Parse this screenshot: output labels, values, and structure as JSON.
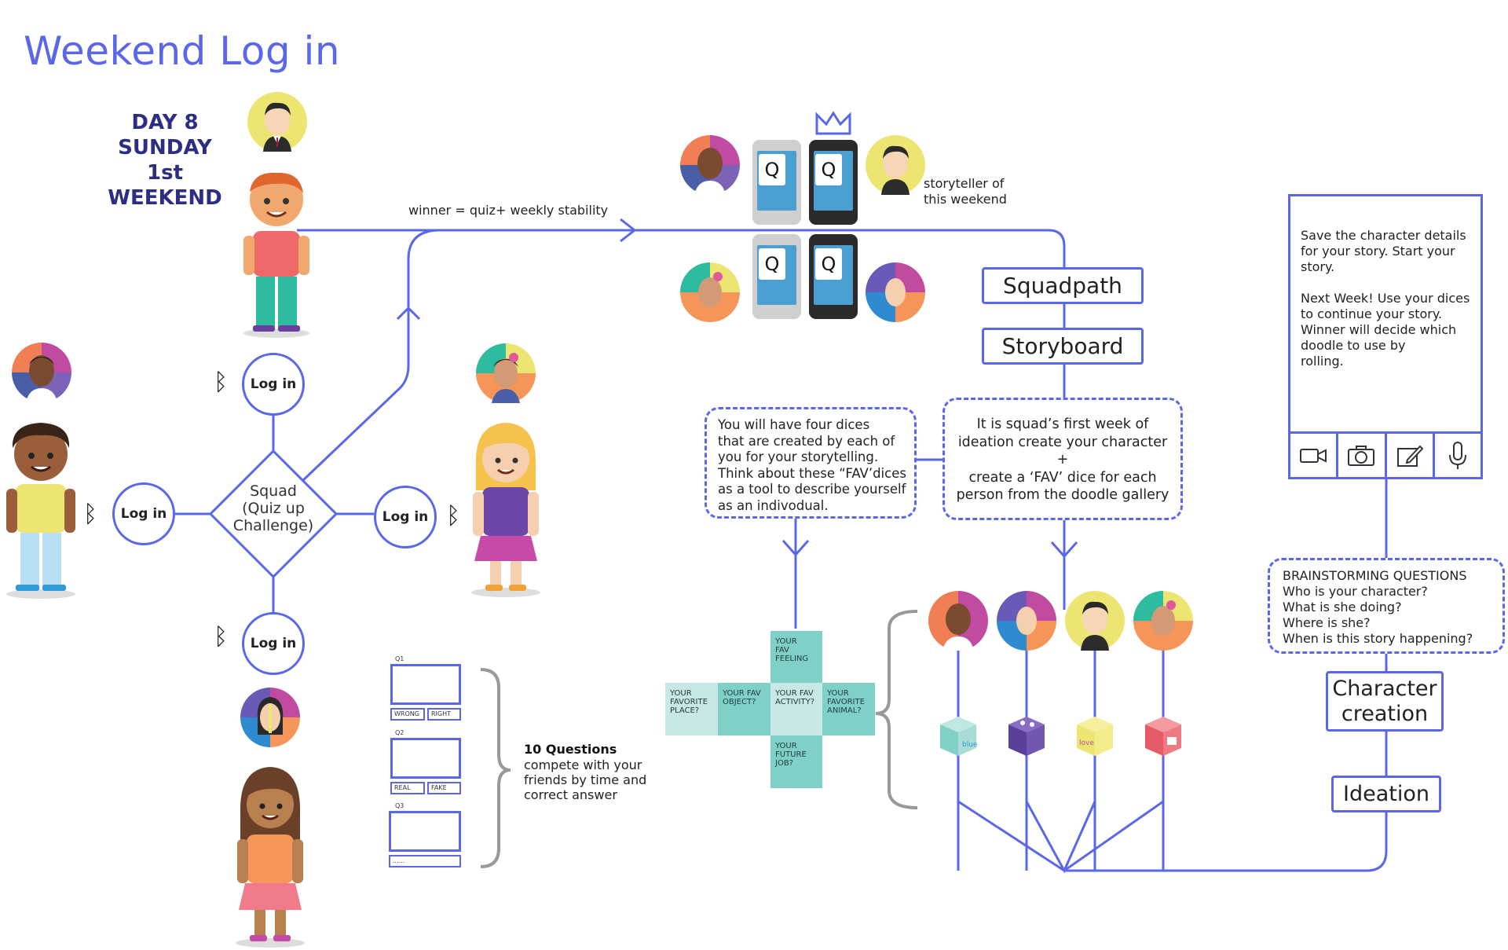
{
  "title": "Weekend Log in",
  "day": {
    "line1": "DAY 8",
    "line2": "SUNDAY 1st",
    "line3": "WEEKEND"
  },
  "winner_label": "winner = quiz+ weekly stability",
  "storyteller_label": "storyteller of\nthis weekend",
  "login_label": "Log in",
  "squad_label": "Squad\n(Quiz up\nChallenge)",
  "phone_q": "Q",
  "squadpath": "Squadpath",
  "storyboard": "Storyboard",
  "dice_note": "You will have four dices\nthat are created by each of\nyou for your storytelling.\nThink about these “FAV’dices\nas a tool to describe yourself\nas an indivodual.",
  "ideation_note": "It is squad’s first week of\nideation create your character\n+\ncreate a ‘FAV’ dice for each\nperson from the doodle gallery",
  "panel_text": "Save the character details\nfor your story. Start your\nstory.\n\nNext Week! Use your dices\nto continue your story.\nWinner will decide which\ndoodle to use by\nrolling.",
  "panel_icons": [
    "video-icon",
    "camera-icon",
    "edit-icon",
    "microphone-icon"
  ],
  "brainstorm": "BRAINSTORMING QUESTIONS\nWho is your character?\nWhat is she doing?\nWhere is she?\nWhen is this story happening?",
  "character_creation": "Character\ncreation",
  "ideation": "Ideation",
  "cross": {
    "top": "YOUR\nFAV\nFEELING",
    "left": "YOUR\nFAVORITE\nPLACE?",
    "midleft": "YOUR FAV\nOBJECT?",
    "center": "YOUR FAV\nACTIVITY?",
    "right": "YOUR\nFAVORITE\nANIMAL?",
    "bottom": "YOUR\nFUTURE\nJOB?"
  },
  "quiz": {
    "q1": "Q1",
    "wrong": "WRONG",
    "right": "RIGHT",
    "q2": "Q2",
    "real": "REAL",
    "fake": "FAKE",
    "q3": "Q3",
    "dots": "......"
  },
  "questions_title": "10 Questions",
  "questions_body": "compete with your\nfriends by time and\ncorrect answer",
  "dice_words": {
    "blue": "blue",
    "love": "love"
  },
  "colors": {
    "accent": "#5a67ea",
    "navy": "#2b2e83",
    "teal": "#7fd0c6",
    "teal_light": "#c7e8e4",
    "bracket": "#999999"
  }
}
